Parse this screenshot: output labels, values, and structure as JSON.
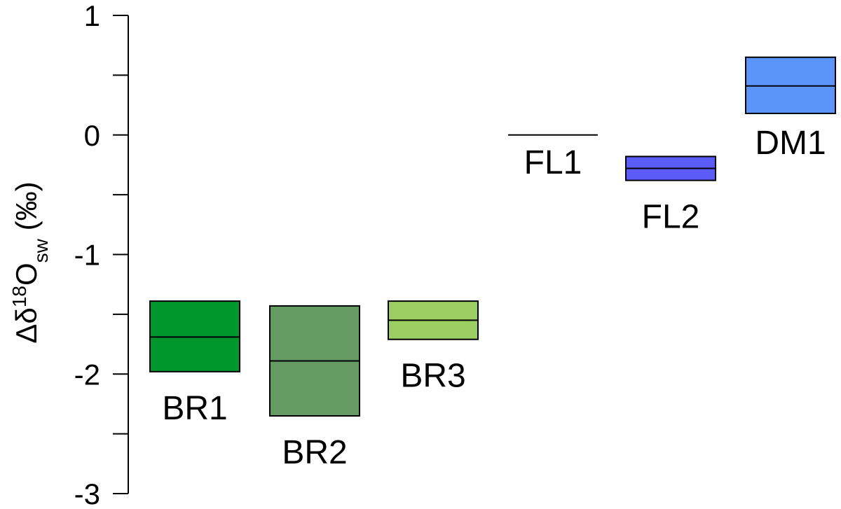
{
  "chart_data": {
    "type": "box",
    "ylabel": {
      "delta": "Δδ",
      "sup": "18",
      "main": "O",
      "sub": "sw",
      "unit": " (‰)"
    },
    "ylim": [
      -3,
      1
    ],
    "yticks": [
      "1",
      "0",
      "-1",
      "-2",
      "-3"
    ],
    "grid": false,
    "series": [
      {
        "name": "BR1",
        "low": -1.98,
        "median": -1.69,
        "high": -1.39,
        "color": "#00962e"
      },
      {
        "name": "BR2",
        "low": -2.35,
        "median": -1.89,
        "high": -1.43,
        "color": "#659a63"
      },
      {
        "name": "BR3",
        "low": -1.71,
        "median": -1.55,
        "high": -1.39,
        "color": "#9bcf61"
      },
      {
        "name": "FL1",
        "low": 0.0,
        "median": 0.0,
        "high": 0.0,
        "color": "#000000"
      },
      {
        "name": "FL2",
        "low": -0.38,
        "median": -0.28,
        "high": -0.18,
        "color": "#5b5cf7"
      },
      {
        "name": "DM1",
        "low": 0.18,
        "median": 0.41,
        "high": 0.65,
        "color": "#5c95fa"
      }
    ]
  }
}
